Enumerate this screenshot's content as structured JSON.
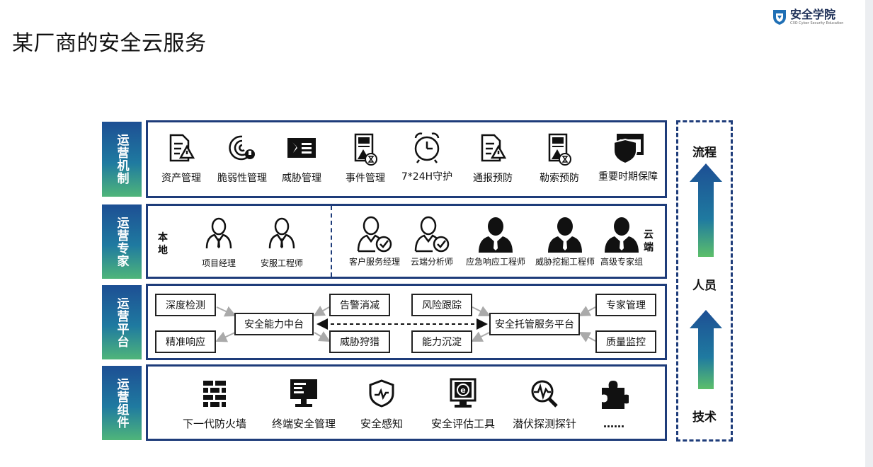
{
  "title": "某厂商的安全云服务",
  "logo": {
    "main": "安全学院",
    "sub": "CXO Cyber Security Education"
  },
  "rows": {
    "mechanism": {
      "label": "运营机制",
      "items": [
        {
          "label": "资产管理",
          "icon": "document-warning-icon"
        },
        {
          "label": "脆弱性管理",
          "icon": "fingerprint-wrench-icon"
        },
        {
          "label": "威胁管理",
          "icon": "threat-card-icon"
        },
        {
          "label": "事件管理",
          "icon": "report-hourglass-icon"
        },
        {
          "label": "7*24H守护",
          "icon": "alarm-clock-icon"
        },
        {
          "label": "通报预防",
          "icon": "document-warning-icon"
        },
        {
          "label": "勒索预防",
          "icon": "report-hourglass-icon"
        },
        {
          "label": "重要时期保障",
          "icon": "browser-shield-icon"
        }
      ]
    },
    "experts": {
      "label": "运营专家",
      "local_label": "本地",
      "cloud_label": "云端",
      "local": [
        {
          "label": "项目经理",
          "icon": "person-outline-icon"
        },
        {
          "label": "安服工程师",
          "icon": "person-outline-icon"
        }
      ],
      "cloud": [
        {
          "label": "客户服务经理",
          "icon": "person-check-icon"
        },
        {
          "label": "云端分析师",
          "icon": "person-check-icon"
        },
        {
          "label": "应急响应工程师",
          "icon": "person-solid-icon"
        },
        {
          "label": "威胁挖掘工程师",
          "icon": "person-solid-icon"
        },
        {
          "label": "高级专家组",
          "icon": "person-solid-icon"
        }
      ]
    },
    "platform": {
      "label": "运营平台",
      "boxes": {
        "deep_detect": "深度检测",
        "precise_response": "精准响应",
        "center": "安全能力中台",
        "alert_reduce": "告警消减",
        "threat_hunt": "威胁狩猎",
        "risk_track": "风险跟踪",
        "capability": "能力沉淀",
        "managed": "安全托管服务平台",
        "expert_mgmt": "专家管理",
        "quality": "质量监控"
      }
    },
    "components": {
      "label": "运营组件",
      "items": [
        {
          "label": "下一代防火墙",
          "icon": "firewall-icon"
        },
        {
          "label": "终端安全管理",
          "icon": "monitor-icon"
        },
        {
          "label": "安全感知",
          "icon": "shield-pulse-icon"
        },
        {
          "label": "安全评估工具",
          "icon": "assessment-monitor-icon"
        },
        {
          "label": "潜伏探测探针",
          "icon": "magnifier-pulse-icon"
        },
        {
          "label": "……",
          "icon": "puzzle-icon"
        }
      ]
    }
  },
  "side": {
    "top": "流程",
    "middle": "人员",
    "bottom": "技术"
  }
}
